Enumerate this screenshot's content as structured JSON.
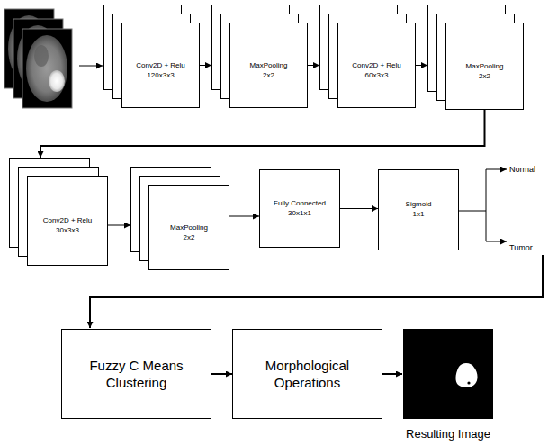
{
  "diagram": {
    "nodes": [
      {
        "text": [
          "Conv2D + Relu",
          "120x3x3"
        ]
      },
      {
        "text": [
          "MaxPooling",
          "2x2"
        ]
      },
      {
        "text": [
          "Conv2D + Relu",
          "60x3x3"
        ]
      },
      {
        "text": [
          "MaxPooling",
          "2x2"
        ]
      },
      {
        "text": [
          "Conv2D + Relu",
          "30x3x3"
        ]
      },
      {
        "text": [
          "MaxPooling",
          "2x2"
        ]
      },
      {
        "text": [
          "Fully Connected",
          "30x1x1"
        ]
      },
      {
        "text": [
          "Sigmoid",
          "1x1"
        ]
      },
      {
        "text": [
          "Fuzzy C Means Clustering"
        ]
      },
      {
        "text": [
          "Morphological Operations"
        ]
      }
    ],
    "edges": [
      {
        "from": 0,
        "to": 1,
        "arrow": "to"
      },
      {
        "from": 1,
        "to": 2,
        "arrow": "to"
      },
      {
        "from": 2,
        "to": 3,
        "arrow": "to"
      },
      {
        "from": 3,
        "to": 4,
        "arrow": "to"
      },
      {
        "from": 4,
        "to": 5,
        "arrow": "to"
      },
      {
        "from": 5,
        "to": 6,
        "arrow": "to"
      },
      {
        "from": 6,
        "to": 7,
        "arrow": "to"
      },
      {
        "from": 8,
        "to": 9,
        "arrow": "to"
      }
    ],
    "labels": [
      "Normal",
      "Tumor",
      "Resulting Image"
    ]
  }
}
